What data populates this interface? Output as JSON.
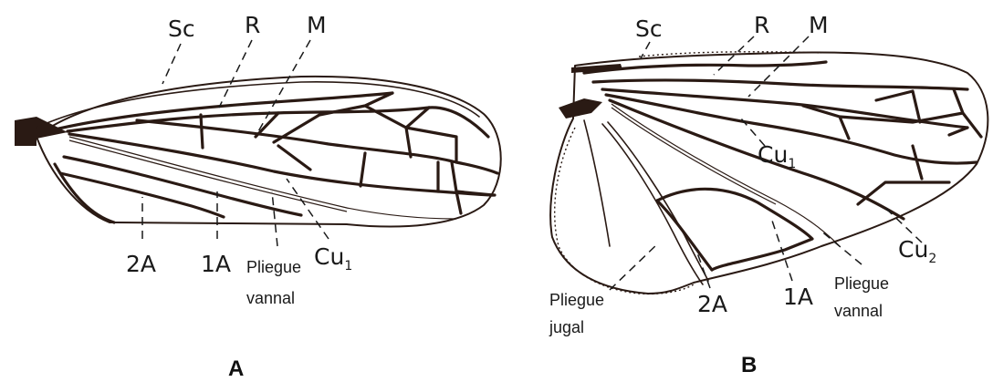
{
  "figure": {
    "wing_a": {
      "caption": "A",
      "labels": {
        "sc": "Sc",
        "r": "R",
        "m": "M",
        "cu1_main": "Cu",
        "cu1_sub": "1",
        "a2": "2A",
        "a1": "1A",
        "pliegue_vannal_line1": "Pliegue",
        "pliegue_vannal_line2": "vannal"
      }
    },
    "wing_b": {
      "caption": "B",
      "labels": {
        "sc": "Sc",
        "r": "R",
        "m": "M",
        "cu1_main": "Cu",
        "cu1_sub": "1",
        "cu2_main": "Cu",
        "cu2_sub": "2",
        "a2": "2A",
        "a1": "1A",
        "pliegue_vannal_line1": "Pliegue",
        "pliegue_vannal_line2": "vannal",
        "pliegue_jugal_line1": "Pliegue",
        "pliegue_jugal_line2": "jugal"
      }
    }
  },
  "colors": {
    "ink": "#2a1a14",
    "background": "#ffffff"
  }
}
